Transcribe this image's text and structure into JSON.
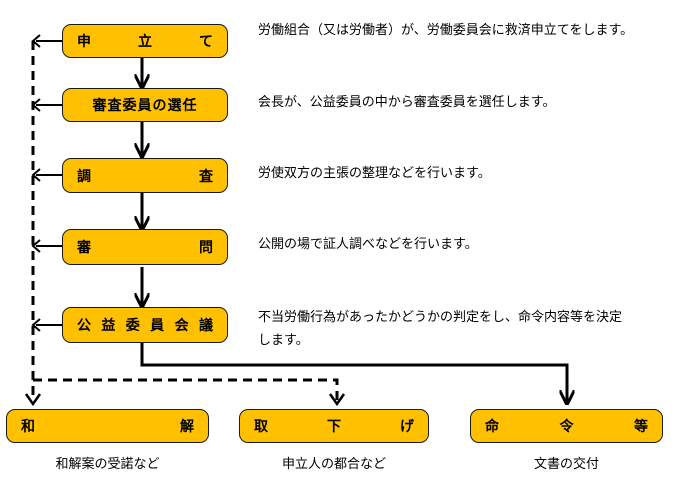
{
  "steps": [
    {
      "chars": [
        "申",
        "立",
        "て"
      ],
      "desc": "労働組合（又は労働者）が、労働委員会に救済申立てをします。"
    },
    {
      "label": "審査委員の選任",
      "desc": "会長が、公益委員の中から審査委員を選任します。"
    },
    {
      "chars": [
        "調",
        "査"
      ],
      "desc": "労使双方の主張の整理などを行います。"
    },
    {
      "chars": [
        "審",
        "問"
      ],
      "desc": "公開の場で証人調べなどを行います。"
    },
    {
      "chars": [
        "公",
        "益",
        "委",
        "員",
        "会",
        "議"
      ],
      "desc": "不当労働行為があったかどうかの判定をし、命令内容等を決定します。"
    }
  ],
  "outcomes": [
    {
      "chars": [
        "和",
        "解"
      ],
      "caption": "和解案の受諾など"
    },
    {
      "chars": [
        "取",
        "下",
        "げ"
      ],
      "caption": "申立人の都合など"
    },
    {
      "chars": [
        "命",
        "令",
        "等"
      ],
      "caption": "文書の交付"
    }
  ]
}
